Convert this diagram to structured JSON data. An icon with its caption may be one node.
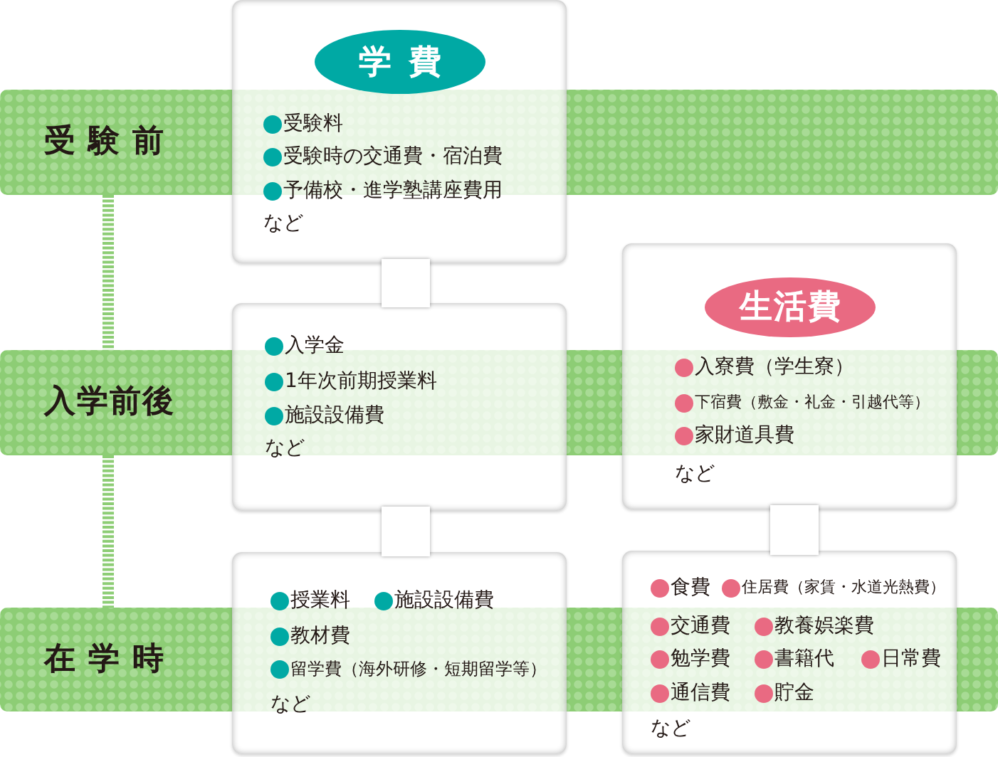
{
  "diagram": {
    "nodes": [
      {
        "text": [
          "受験前"
        ]
      },
      {
        "text": [
          "入学前後"
        ]
      },
      {
        "text": [
          "在学時"
        ]
      },
      {
        "text": [
          "受験料",
          "受験時の交通費・宿泊費",
          "予備校・進学塾講座費用",
          "など"
        ]
      },
      {
        "text": [
          "学費"
        ],
        "in": 3
      },
      {
        "text": [
          "入学金",
          "1年次前期授業料",
          "施設設備費",
          "など"
        ]
      },
      {
        "text": [
          "授業料",
          "施設設備費",
          "教材費",
          "留学費（海外研修・短期留学等）",
          "など"
        ]
      },
      {
        "text": [
          "入寮費（学生寮）",
          "下宿費（敷金・礼金・引越代等）",
          "家財道具費",
          "など"
        ]
      },
      {
        "text": [
          "生活費"
        ],
        "in": 7
      },
      {
        "text": [
          "食費",
          "住居費（家賃・水道光熱費）",
          "交通費",
          "教養娯楽費",
          "勉学費",
          "書籍代",
          "日常費",
          "通信費",
          "貯金",
          "など"
        ]
      }
    ],
    "edges": [
      {
        "from": 0,
        "to": 1,
        "arrow": "none",
        "style": "dashed",
        "color": "#8dcd75"
      },
      {
        "from": 1,
        "to": 2,
        "arrow": "none",
        "style": "dashed",
        "color": "#8dcd75"
      },
      {
        "from": 3,
        "to": 5,
        "arrow": "none",
        "style": "thick"
      },
      {
        "from": 5,
        "to": 6,
        "arrow": "none",
        "style": "thick"
      },
      {
        "from": 7,
        "to": 9,
        "arrow": "none",
        "style": "thick"
      }
    ]
  }
}
